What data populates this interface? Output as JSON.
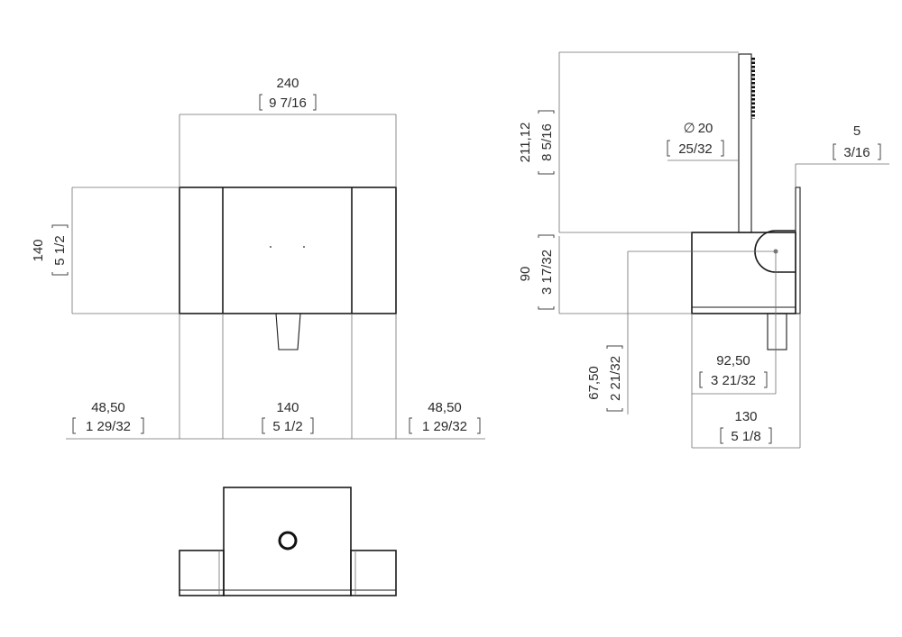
{
  "front_view": {
    "overall_width": {
      "mm": "240",
      "inch": "9 7/16"
    },
    "height": {
      "mm": "140",
      "inch": "5 1/2"
    },
    "left_section": {
      "mm": "48,50",
      "inch": "1 29/32"
    },
    "center_section": {
      "mm": "140",
      "inch": "5 1/2"
    },
    "right_section": {
      "mm": "48,50",
      "inch": "1 29/32"
    }
  },
  "side_view": {
    "hand_shower_height": {
      "mm": "211,12",
      "inch": "8 5/16"
    },
    "hose_diameter": {
      "mm": "20",
      "inch": "25/32",
      "symbol": "∅"
    },
    "plate_thickness": {
      "mm": "5",
      "inch": "3/16"
    },
    "body_height": {
      "mm": "90",
      "inch": "3 17/32"
    },
    "outlet_height": {
      "mm": "67,50",
      "inch": "2 21/32"
    },
    "outlet_depth": {
      "mm": "92,50",
      "inch": "3 21/32"
    },
    "total_depth": {
      "mm": "130",
      "inch": "5 1/8"
    }
  },
  "top_view": {}
}
